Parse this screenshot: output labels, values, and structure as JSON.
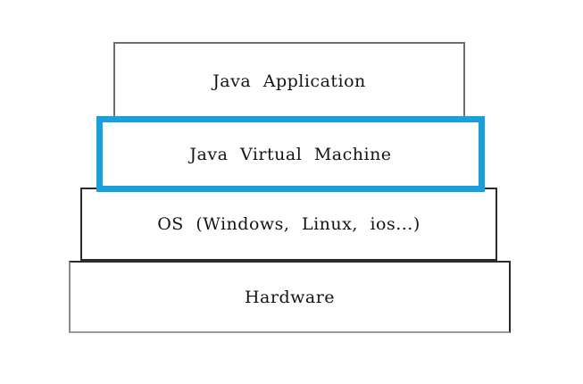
{
  "diagram": {
    "background_color": "#ffffff",
    "highlight_color": "#17a0db",
    "text_color": "#141414",
    "layers": [
      {
        "label": "Java Application",
        "highlighted": false
      },
      {
        "label": "Java Virtual Machine",
        "highlighted": true
      },
      {
        "label": "OS (Windows, Linux, ios...)",
        "highlighted": false
      },
      {
        "label": "Hardware",
        "highlighted": false
      }
    ]
  }
}
